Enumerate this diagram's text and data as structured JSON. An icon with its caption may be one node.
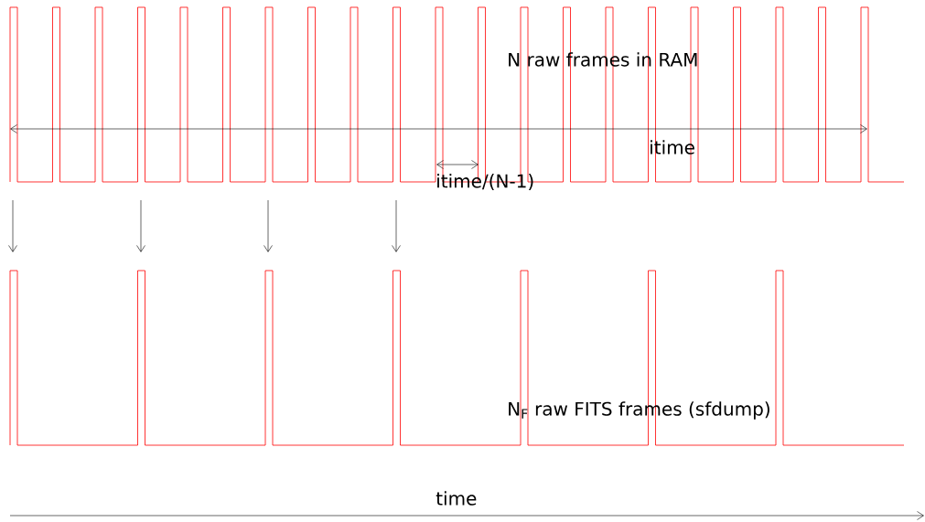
{
  "diagram": {
    "labels": [
      "N raw frames in RAM",
      "itime",
      "itime/(N-1)",
      "N$_{F}$ raw FITS frames (sfdump)",
      "time"
    ]
  }
}
